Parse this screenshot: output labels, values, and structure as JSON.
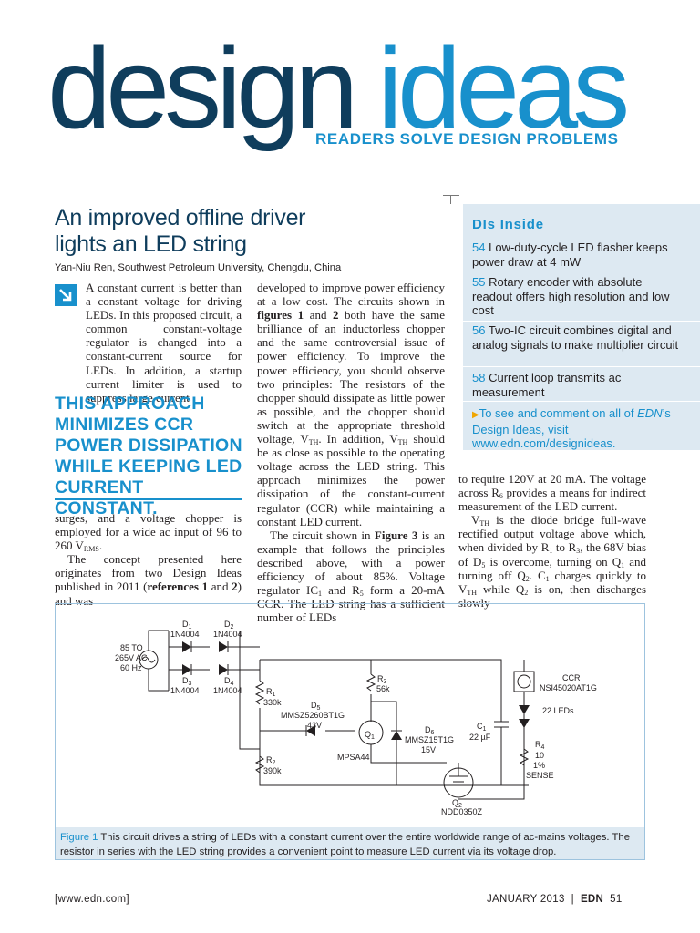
{
  "masthead": {
    "logo_design": "design",
    "logo_ideas": "ideas",
    "tagline": "READERS SOLVE DESIGN PROBLEMS",
    "colors": {
      "navy": "#0f3d5c",
      "blue": "#1890cc"
    }
  },
  "article": {
    "title_line1": "An improved offline driver",
    "title_line2": "lights an LED string",
    "byline": "Yan-Niu Ren, Southwest Petroleum University, Chengdu, China",
    "pullquote": "THIS APPROACH MINIMIZES CCR POWER DISSIPATION WHILE KEEPING LED CURRENT CONSTANT.",
    "col1_p1": "A constant current is better than a constant voltage for driving LEDs. In this proposed circuit, a common constant-voltage regulator is changed into a constant-current source for LEDs. In addition, a startup current limiter is used to suppress large current",
    "col1_p1_cont_a": "surges, and a voltage chopper is employed for a wide ac input of 96 to 260 V",
    "col1_p1_cont_sub": "RMS",
    "col1_p1_cont_b": ".",
    "col1_p2_a": "The concept presented here originates from two Design Ideas published in 2011 (",
    "col1_p2_bold": "references 1",
    "col1_p2_b": " and ",
    "col1_p2_bold2": "2",
    "col1_p2_c": ") and was",
    "col2_p1_a": "developed to improve power efficiency at a low cost. The circuits shown in ",
    "col2_p1_bold1": "figures 1",
    "col2_p1_b": " and ",
    "col2_p1_bold2": "2",
    "col2_p1_c": " both have the same brilliance of an inductorless chopper and the same controversial issue of power efficiency. To improve the power efficiency, you should observe two principles: The resistors of the chopper should dissipate as little power as possible, and the chopper should switch at the appropriate threshold voltage, V",
    "col2_p1_sub1": "TH",
    "col2_p1_d": ". In addition, V",
    "col2_p1_sub2": "TH",
    "col2_p1_e": " should be as close as possible to the operating voltage across the LED string. This approach minimizes the power dissipation of the constant-current regulator (CCR) while maintaining a constant LED current.",
    "col2_p2_a": "The circuit shown in ",
    "col2_p2_bold": "Figure 3",
    "col2_p2_b": " is an example that follows the principles described above, with a power efficiency of about 85%. Voltage regulator IC",
    "col2_p2_sub1": "1",
    "col2_p2_c": " and R",
    "col2_p2_sub2": "5",
    "col2_p2_d": " form a 20-mA CCR. The LED string has a sufficient number of LEDs",
    "col3_p1_a": "to require 120V at 20 mA. The voltage across R",
    "col3_p1_sub": "6",
    "col3_p1_b": " provides a means for indirect measurement of the LED current.",
    "col3_p2_a": "V",
    "col3_p2_sub1": "TH",
    "col3_p2_b": " is the diode bridge full-wave rectified output voltage above which, when divided by R",
    "col3_p2_sub2": "1",
    "col3_p2_c": " to R",
    "col3_p2_sub3": "3",
    "col3_p2_d": ", the 68V bias of D",
    "col3_p2_sub4": "5",
    "col3_p2_e": " is overcome, turning on Q",
    "col3_p2_sub5": "1",
    "col3_p2_f": " and turning off Q",
    "col3_p2_sub6": "2",
    "col3_p2_g": ". C",
    "col3_p2_sub7": "1",
    "col3_p2_h": " charges quickly to V",
    "col3_p2_sub8": "TH",
    "col3_p2_i": " while Q",
    "col3_p2_sub9": "2",
    "col3_p2_j": " is on, then discharges slowly"
  },
  "sidebar": {
    "title": "DIs Inside",
    "items": [
      {
        "num": "54",
        "text": "Low-duty-cycle LED flasher keeps power draw at 4 mW"
      },
      {
        "num": "55",
        "text": "Rotary encoder with absolute readout offers high resolution and low cost"
      },
      {
        "num": "56",
        "text": "Two-IC circuit combines digital and analog signals to make multiplier circuit"
      },
      {
        "num": "58",
        "text": "Current loop transmits ac measurement"
      }
    ],
    "link_a": "To see and comment on all of ",
    "link_em": "EDN",
    "link_b": "’s Design Ideas, visit www.edn.com/designideas."
  },
  "figure": {
    "caption_label": "Figure 1",
    "caption_text": " This circuit drives a string of LEDs with a constant current over the entire worldwide range of ac-mains voltages. The resistor in series with the LED string provides a convenient point to measure LED current via its voltage drop.",
    "labels": {
      "source": [
        "85 TO",
        "265V AC",
        "60 Hz"
      ],
      "d1": "D",
      "d1_sub": "1",
      "d1_part": "1N4004",
      "d2": "D",
      "d2_sub": "2",
      "d2_part": "1N4004",
      "d3": "D",
      "d3_sub": "3",
      "d3_part": "1N4004",
      "d4": "D",
      "d4_sub": "4",
      "d4_part": "1N4004",
      "r1": "R",
      "r1_sub": "1",
      "r1_val": "330k",
      "r2": "R",
      "r2_sub": "2",
      "r2_val": "390k",
      "r3": "R",
      "r3_sub": "3",
      "r3_val": "56k",
      "d5": "D",
      "d5_sub": "5",
      "d5_part": "MMSZ5260BT1G",
      "d5_val": "43V",
      "q1": "Q",
      "q1_sub": "1",
      "q1_part": "MPSA44",
      "d6": "D",
      "d6_sub": "6",
      "d6_part": "MMSZ15T1G",
      "d6_val": "15V",
      "c1": "C",
      "c1_sub": "1",
      "c1_val": "22 µF",
      "q2": "Q",
      "q2_sub": "2",
      "q2_part": "NDD0350Z",
      "ccr": "CCR",
      "ccr_part": "NSI45020AT1G",
      "leds": "22 LEDs",
      "r4": "R",
      "r4_sub": "4",
      "r4_val1": "10",
      "r4_val2": "1%",
      "r4_val3": "SENSE"
    }
  },
  "footer": {
    "left": "[www.edn.com]",
    "month": "JANUARY 2013",
    "sep": "|",
    "mag": "EDN",
    "page": "51"
  }
}
